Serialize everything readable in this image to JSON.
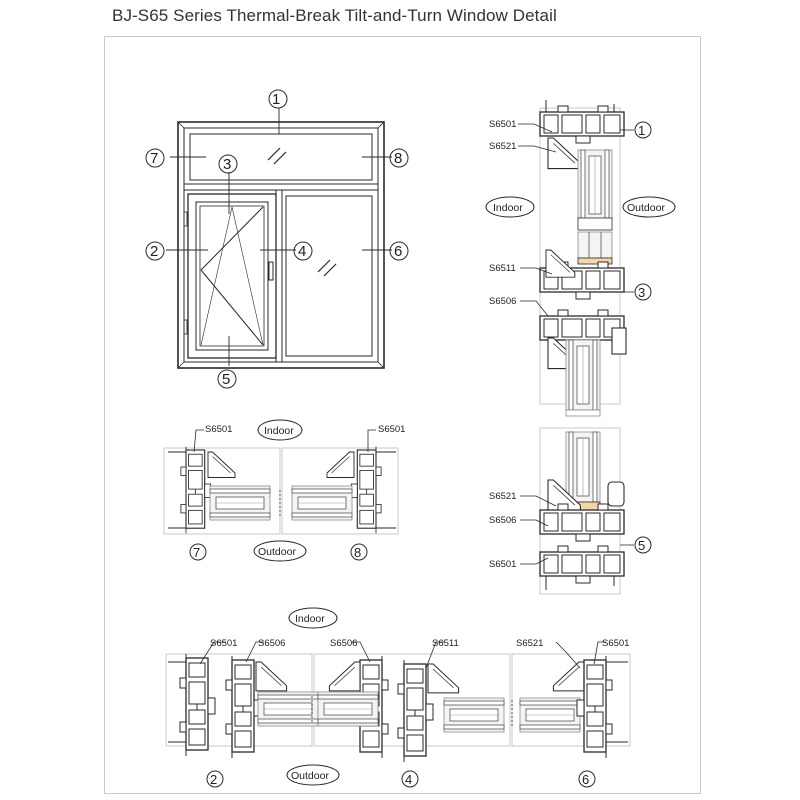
{
  "title": "BJ-S65 Series Thermal-Break Tilt-and-Turn Window Detail",
  "numbers": [
    "1",
    "2",
    "3",
    "4",
    "5",
    "6",
    "7",
    "8"
  ],
  "labels": {
    "indoor": "Indoor",
    "outdoor": "Outdoor"
  },
  "part_codes": {
    "s6501": "S6501",
    "s6506": "S6506",
    "s6511": "S6511",
    "s6521": "S6521"
  },
  "colors": {
    "line": "#2a2a2a",
    "profile_fill": "#ffffff",
    "glass_panel": "#f4f4f4",
    "gasket": "#f5d7a8",
    "border": "#c9c9c9"
  }
}
